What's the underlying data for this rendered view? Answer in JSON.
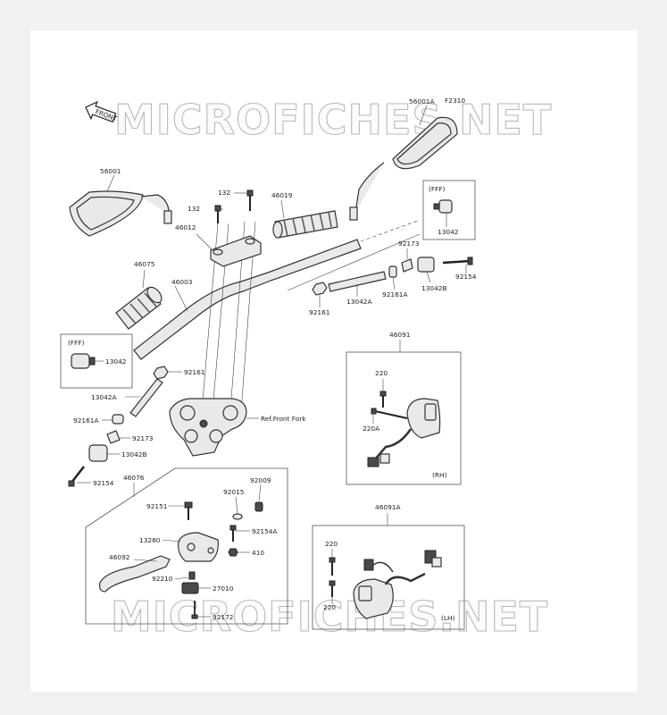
{
  "diagram": {
    "figure_code": "F2310",
    "watermark": "MICROFICHES.NET",
    "front_marker": "FRONT",
    "reference_note": "Ref.Front Fork",
    "boxes": {
      "fff_right": "(FFF)",
      "fff_left": "(FFF)",
      "rh_label": "(RH)",
      "lh_label": "(LH)"
    },
    "part_numbers": {
      "p56001A": "56001A",
      "p56001": "56001",
      "p46019": "46019",
      "p132a": "132",
      "p132b": "132",
      "p46012": "46012",
      "p46075": "46075",
      "p46003": "46003",
      "p13042_r": "13042",
      "p92173_r": "92173",
      "p92154_r": "92154",
      "p13042B_r": "13042B",
      "p92161A_r": "92161A",
      "p13042A_r": "13042A",
      "p92161_r": "92161",
      "p13042_l": "13042",
      "p92161_l": "92161",
      "p13042A_l": "13042A",
      "p92161A_l": "92161A",
      "p92173_l": "92173",
      "p13042B_l": "13042B",
      "p92154_l": "92154",
      "p46091": "46091",
      "p220_rh": "220",
      "p220A_rh": "220A",
      "p46076": "46076",
      "p92151": "92151",
      "p92015": "92015",
      "p92009": "92009",
      "p13280": "13280",
      "p92154A": "92154A",
      "p410": "410",
      "p46092": "46092",
      "p92210": "92210",
      "p27010": "27010",
      "p92172": "92172",
      "p46091A": "46091A",
      "p220_lh_a": "220",
      "p220_lh_b": "220"
    }
  }
}
